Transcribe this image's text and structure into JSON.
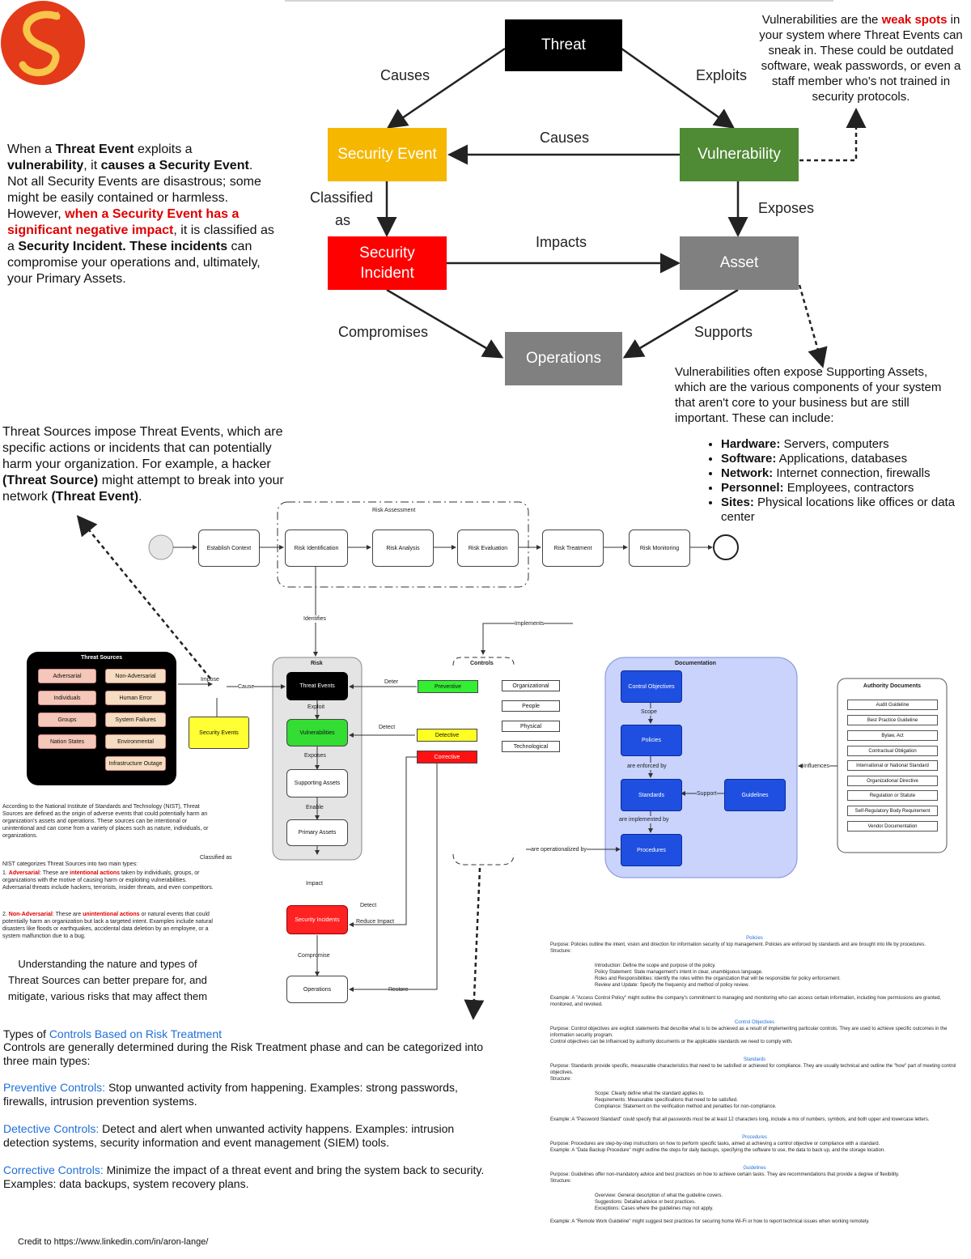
{
  "colors": {
    "threat": "#000000",
    "security_event": "#f5b700",
    "vulnerability": "#4f8a34",
    "security_incident": "#ff0000",
    "asset": "#808080",
    "operations": "#808080",
    "link": "#1f6fd9"
  },
  "logo": {
    "icon": "dragon-s-logo"
  },
  "top": {
    "nodes": {
      "threat": "Threat",
      "security_event": "Security Event",
      "vulnerability": "Vulnerability",
      "security_incident_1": "Security",
      "security_incident_2": "Incident",
      "asset": "Asset",
      "operations": "Operations"
    },
    "edges": {
      "causes_left": "Causes",
      "exploits": "Exploits",
      "causes_mid": "Causes",
      "classified_1": "Classified",
      "classified_2": "as",
      "exposes": "Exposes",
      "impacts": "Impacts",
      "compromises": "Compromises",
      "supports": "Supports"
    }
  },
  "vuln_note": {
    "p1": "Vulnerabilities are the ",
    "emph": "weak spots",
    "p2": " in your system where Threat Events can sneak in. These could be outdated software, weak passwords, or even a staff member who's not trained in security protocols."
  },
  "event_note": {
    "a": "When a ",
    "b": "Threat Event",
    "c": " exploits a ",
    "d": "vulnerability",
    "e": ", it ",
    "f": "causes a Security Event",
    "g": ". Not all Security Events are disastrous; some might be easily contained or harmless. However, ",
    "h": "when a Security Event has a significant negative impact",
    "i": ", it is classified as a ",
    "j": "Security Incident.",
    "k": " ",
    "l": "These incidents",
    "m": " can compromise your operations and, ultimately, your Primary Assets."
  },
  "support_note": {
    "text": "Vulnerabilities often expose Supporting Assets, which are the various components of your system that aren't core to your business but are still important. These can include:",
    "items": [
      {
        "k": "Hardware:",
        "v": " Servers, computers"
      },
      {
        "k": "Software:",
        "v": " Applications, databases"
      },
      {
        "k": "Network:",
        "v": " Internet connection, firewalls"
      },
      {
        "k": "Personnel:",
        "v": " Employees, contractors"
      },
      {
        "k": "Sites:",
        "v": " Physical locations like offices or data center"
      }
    ]
  },
  "threat_source_note": {
    "a": "Threat Sources impose Threat Events, which are specific actions or incidents that can potentially harm your organization. For example, a hacker ",
    "b": "(Threat Source)",
    "c": " might attempt to break into your network ",
    "d": "(Threat Event)",
    "e": "."
  },
  "process": {
    "group_title": "Risk Assessment",
    "steps": [
      "Establish Context",
      "Risk Identification",
      "Risk Analysis",
      "Risk Evaluation",
      "Risk Treatment",
      "Risk Monitoring"
    ],
    "identifies": "Identifies",
    "implements": "Implements"
  },
  "threat_sources": {
    "title": "Threat Sources",
    "left": [
      "Adversarial",
      "Individuals",
      "Groups",
      "Nation States"
    ],
    "right": [
      "Non-Adversarial",
      "Human Error",
      "System Failures",
      "Environmental",
      "Infrastructure Outage"
    ]
  },
  "risk": {
    "title": "Risk",
    "threat_events": "Threat Events",
    "exploit": "Exploit",
    "vulnerabilities": "Vulnerabilities",
    "exposes": "Exposes",
    "supporting": "Supporting Assets",
    "enable": "Enable",
    "primary": "Primary Assets",
    "impose": "Impose",
    "cause": "Cause",
    "security_events": "Security Events",
    "classified": "Classified as",
    "impact": "Impact",
    "incidents": "Security Incidents",
    "compromise": "Compromise",
    "operations": "Operations"
  },
  "controls": {
    "title": "Controls",
    "deter": "Deter",
    "detect_l": "Detect",
    "preventive": "Preventive",
    "detective": "Detective",
    "corrective": "Corrective",
    "detect2": "Detect",
    "reduce": "Reduce Impact",
    "restore": "Restore",
    "types": [
      "Organizational",
      "People",
      "Physical",
      "Technological"
    ]
  },
  "docs": {
    "title": "Documentation",
    "control": "Control Objectives",
    "scope": "Scope",
    "policies": "Policies",
    "enforced": "are enforced by",
    "standards": "Standards",
    "support": "Support",
    "guidelines": "Guidelines",
    "implemented": "are implemented by",
    "procedures": "Procedures",
    "operationalized": "are operationalized by",
    "influences": "Influences"
  },
  "authority": {
    "title": "Authority Documents",
    "items": [
      "Audit Guideline",
      "Best Practice Guideline",
      "Bylaw, Act",
      "Contractual Obligation",
      "International or National Standard",
      "Organizational Directive",
      "Regulation or Statute",
      "Self-Regulatory Body Requirement",
      "Vendor Documentation"
    ]
  },
  "nist": {
    "p1": "According to the National Institute of Standards and Technology (NIST), Threat Sources are defined as the origin of adverse events that could potentially harm an organization's assets and operations. These sources can be intentional or unintentional and can come from a variety of places such as nature, individuals, or organizations.",
    "p2": "NIST categorizes Threat Sources into two main types:",
    "p3a": "1. ",
    "p3b": "Adversarial",
    "p3c": ": These are ",
    "p3d": "intentional actions",
    "p3e": " taken by individuals, groups, or organizations with the motive of causing harm or exploiting vulnerabilities. Adversarial threats include hackers, terrorists, insider threats, and even competitors.",
    "p4a": "2. ",
    "p4b": "Non-Adversarial",
    "p4c": ": These are ",
    "p4d": "unintentional actions",
    "p4e": " or natural events that could potentially harm an organization but lack a targeted intent. Examples include natural disasters like floods or earthquakes, accidental data deletion by an employee, or a system malfunction due to a bug.",
    "summary": "Understanding the nature and types of Threat Sources can better prepare for, and mitigate, various risks that may affect them"
  },
  "controls_text": {
    "t1": "Types of ",
    "t2": "Controls Based on Risk Treatment",
    "intro": "Controls are generally determined during the Risk Treatment phase and can be categorized into three main types:",
    "prev_k": "Preventive Controls:",
    "prev_v": " Stop unwanted activity from happening. Examples: strong passwords, firewalls, intrusion prevention systems.",
    "det_k": "Detective Controls:",
    "det_v": " Detect and alert when unwanted activity happens. Examples: intrusion detection systems, security information and event management (SIEM) tools.",
    "cor_k": "Corrective Controls:",
    "cor_v": " Minimize the impact of a threat event and bring the system back to security. Examples: data backups, system recovery plans."
  },
  "credit": "Credit to https://www.linkedin.com/in/aron-lange/",
  "doc_defs": [
    {
      "title": "Policies",
      "purpose": "Purpose: Policies outline the intent, vision and direction for information security of top management. Policies are enforced by standards and are brought into life by procedures.",
      "structure": "Structure:",
      "bullets": [
        "Introduction: Define the scope and purpose of the policy.",
        "Policy Statement: State management's intent in clear, unambiguous language.",
        "Roles and Responsibilities: Identify the roles within the organization that will be responsible for policy enforcement.",
        "Review and Update: Specify the frequency and method of policy review."
      ],
      "example": "Example: A \"Access Control Policy\" might outline the company's commitment to managing and monitoring who can access certain information, including how permissions are granted, monitored, and revoked."
    },
    {
      "title": "Control Objectives",
      "purpose": "Purpose: Control objectives are explicit statements that describe what is to be achieved as a result of implementing particular controls. They are used to achieve specific outcomes in the information security program.",
      "structure": "Control objectives can be influenced by authority documents or the applicable standards we need to comply with.",
      "bullets": [],
      "example": ""
    },
    {
      "title": "Standards",
      "purpose": "Purpose: Standards provide specific, measurable characteristics that need to be satisfied or achieved for compliance. They are usually technical and outline the \"how\" part of meeting control objectives.",
      "structure": "Structure:",
      "bullets": [
        "Scope: Clearly define what the standard applies to.",
        "Requirements: Measurable specifications that need to be satisfied.",
        "Compliance: Statement on the verification method and penalties for non-compliance."
      ],
      "example": "Example: A \"Password Standard\" could specify that all passwords must be at least 12 characters long, include a mix of numbers, symbols, and both upper and lowercase letters."
    },
    {
      "title": "Procedures",
      "purpose": "Purpose: Procedures are step-by-step instructions on how to perform specific tasks, aimed at achieving a control objective or compliance with a standard.",
      "structure": "Example: A \"Data Backup Procedure\" might outline the steps for daily backups, specifying the software to use, the data to back up, and the storage location.",
      "bullets": [],
      "example": ""
    },
    {
      "title": "Guidelines",
      "purpose": "Purpose: Guidelines offer non-mandatory advice and best practices on how to achieve certain tasks. They are recommendations that provide a degree of flexibility.",
      "structure": "Structure:",
      "bullets": [
        "Overview: General description of what the guideline covers.",
        "Suggestions: Detailed advice or best practices.",
        "Exceptions: Cases where the guidelines may not apply."
      ],
      "example": "Example: A \"Remote Work Guideline\" might suggest best practices for securing home Wi-Fi or how to report technical issues when working remotely."
    }
  ]
}
